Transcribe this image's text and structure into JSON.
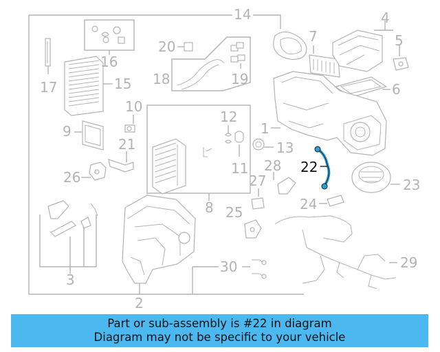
{
  "diagram": {
    "callouts": [
      {
        "id": "1",
        "label": "1"
      },
      {
        "id": "2",
        "label": "2"
      },
      {
        "id": "3",
        "label": "3"
      },
      {
        "id": "4",
        "label": "4"
      },
      {
        "id": "5",
        "label": "5"
      },
      {
        "id": "6",
        "label": "6"
      },
      {
        "id": "7",
        "label": "7"
      },
      {
        "id": "8",
        "label": "8"
      },
      {
        "id": "9",
        "label": "9"
      },
      {
        "id": "10",
        "label": "10"
      },
      {
        "id": "11",
        "label": "11"
      },
      {
        "id": "12",
        "label": "12"
      },
      {
        "id": "13",
        "label": "13"
      },
      {
        "id": "14",
        "label": "14"
      },
      {
        "id": "15",
        "label": "15"
      },
      {
        "id": "16",
        "label": "16"
      },
      {
        "id": "17",
        "label": "17"
      },
      {
        "id": "18",
        "label": "18"
      },
      {
        "id": "19",
        "label": "19"
      },
      {
        "id": "20",
        "label": "20"
      },
      {
        "id": "21",
        "label": "21"
      },
      {
        "id": "22",
        "label": "22"
      },
      {
        "id": "23",
        "label": "23"
      },
      {
        "id": "24",
        "label": "24"
      },
      {
        "id": "25",
        "label": "25"
      },
      {
        "id": "26",
        "label": "26"
      },
      {
        "id": "27",
        "label": "27"
      },
      {
        "id": "28",
        "label": "28"
      },
      {
        "id": "29",
        "label": "29"
      },
      {
        "id": "30",
        "label": "30"
      }
    ],
    "highlighted_part": "22",
    "highlight_color": "#2a9fd6",
    "line_color": "#b3b3b3"
  },
  "banner": {
    "line1": "Part or sub-assembly is #22 in diagram",
    "line2": "Diagram may not be specific to your vehicle",
    "background": "#4bb8f0"
  }
}
